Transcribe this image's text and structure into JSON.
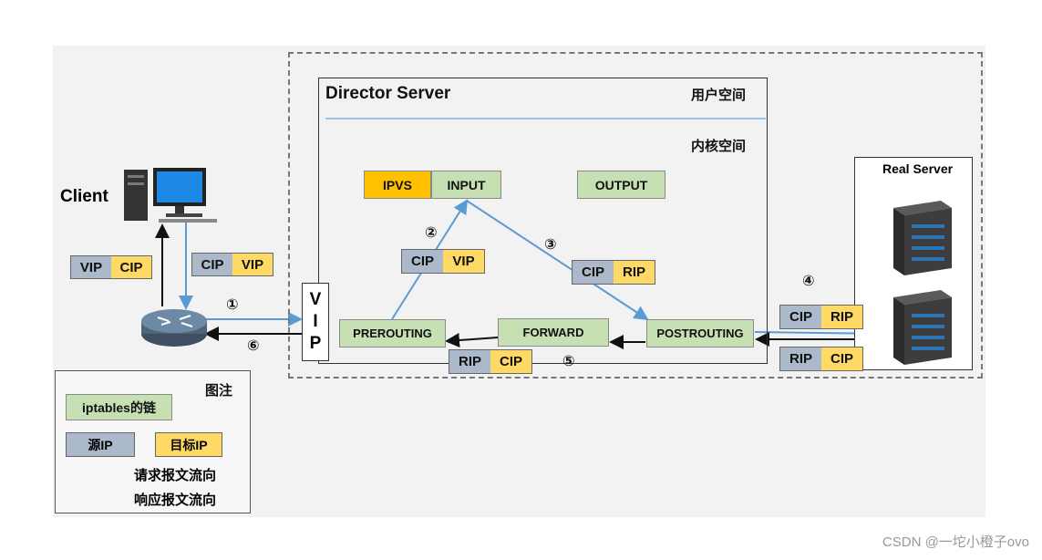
{
  "client": {
    "label": "Client"
  },
  "director": {
    "title": "Director Server",
    "user_space": "用户空间",
    "kernel_space": "内核空间"
  },
  "real_server": {
    "title": "Real Server"
  },
  "chains": {
    "ipvs": "IPVS",
    "input": "INPUT",
    "output": "OUTPUT",
    "prerouting": "PREROUTING",
    "forward": "FORWARD",
    "postrouting": "POSTROUTING"
  },
  "vip_letters": [
    "V",
    "I",
    "P"
  ],
  "packets": {
    "client_vip_cip": {
      "src": "VIP",
      "dst": "CIP"
    },
    "client_cip_vip": {
      "src": "CIP",
      "dst": "VIP"
    },
    "step2": {
      "src": "CIP",
      "dst": "VIP"
    },
    "step3": {
      "src": "CIP",
      "dst": "RIP"
    },
    "step4": {
      "src": "CIP",
      "dst": "RIP"
    },
    "rs_reply": {
      "src": "RIP",
      "dst": "CIP"
    },
    "step5": {
      "src": "RIP",
      "dst": "CIP"
    }
  },
  "steps": {
    "s1": "①",
    "s2": "②",
    "s3": "③",
    "s4": "④",
    "s5": "⑤",
    "s6": "⑥"
  },
  "legend": {
    "title": "图注",
    "chain": "iptables的链",
    "src": "源IP",
    "dst": "目标IP",
    "request": "请求报文流向",
    "response": "响应报文流向"
  },
  "colors": {
    "chain": "#c6e0b4",
    "ipvs": "#ffc000",
    "src": "#acb9ca",
    "dst": "#ffd966",
    "request": "#5b9bd5",
    "response": "#000000"
  },
  "watermark": "CSDN @一坨小橙子ovo"
}
